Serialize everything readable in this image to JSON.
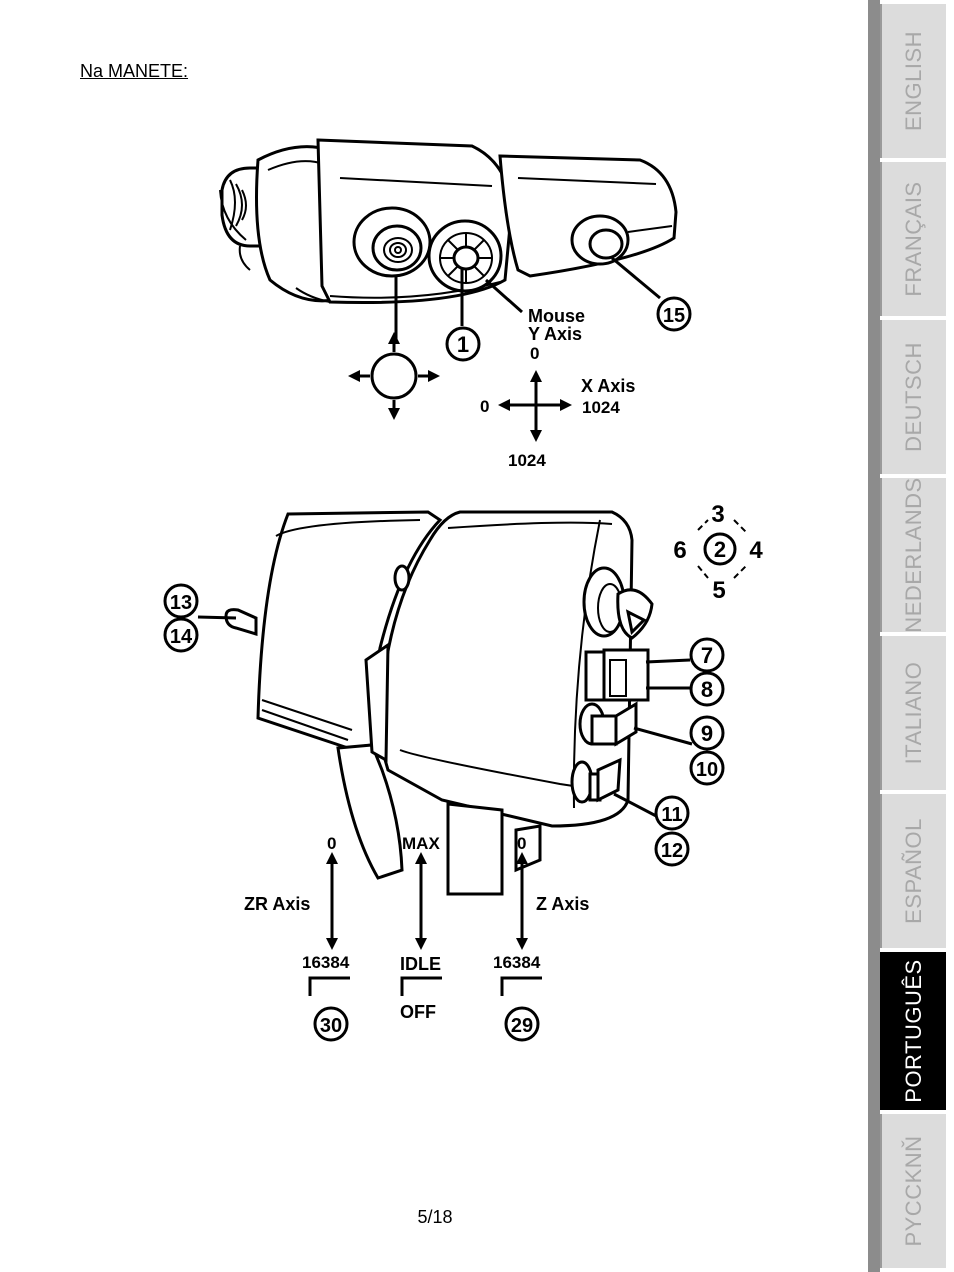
{
  "section_title": "Na MANETE:",
  "page_number": "5/18",
  "callouts": {
    "c1": "1",
    "c2": "2",
    "c3": "3",
    "c4": "4",
    "c5": "5",
    "c6": "6",
    "c7": "7",
    "c8": "8",
    "c9": "9",
    "c10": "10",
    "c11": "11",
    "c12": "12",
    "c13": "13",
    "c14": "14",
    "c15": "15",
    "c29": "29",
    "c30": "30"
  },
  "mouse_axis": {
    "title_line1": "Mouse",
    "title_line2": "Y Axis",
    "y_top": "0",
    "y_bottom": "1024",
    "x_label": "X Axis",
    "x_left": "0",
    "x_right": "1024"
  },
  "throttle_axes": {
    "zr_label": "ZR Axis",
    "zr_top": "0",
    "zr_bottom": "16384",
    "idle_top": "MAX",
    "idle_bottom": "IDLE",
    "idle_off": "OFF",
    "z_label": "Z Axis",
    "z_top": "0",
    "z_bottom": "16384"
  },
  "language_tabs": [
    {
      "label": "ENGLISH",
      "active": false
    },
    {
      "label": "FRANÇAIS",
      "active": false
    },
    {
      "label": "DEUTSCH",
      "active": false
    },
    {
      "label": "NEDERLANDS",
      "active": false
    },
    {
      "label": "ITALIANO",
      "active": false
    },
    {
      "label": "ESPAÑOL",
      "active": false
    },
    {
      "label": "PORTUGUÊS",
      "active": true
    },
    {
      "label": "PYCCKNŇ",
      "active": false
    }
  ]
}
